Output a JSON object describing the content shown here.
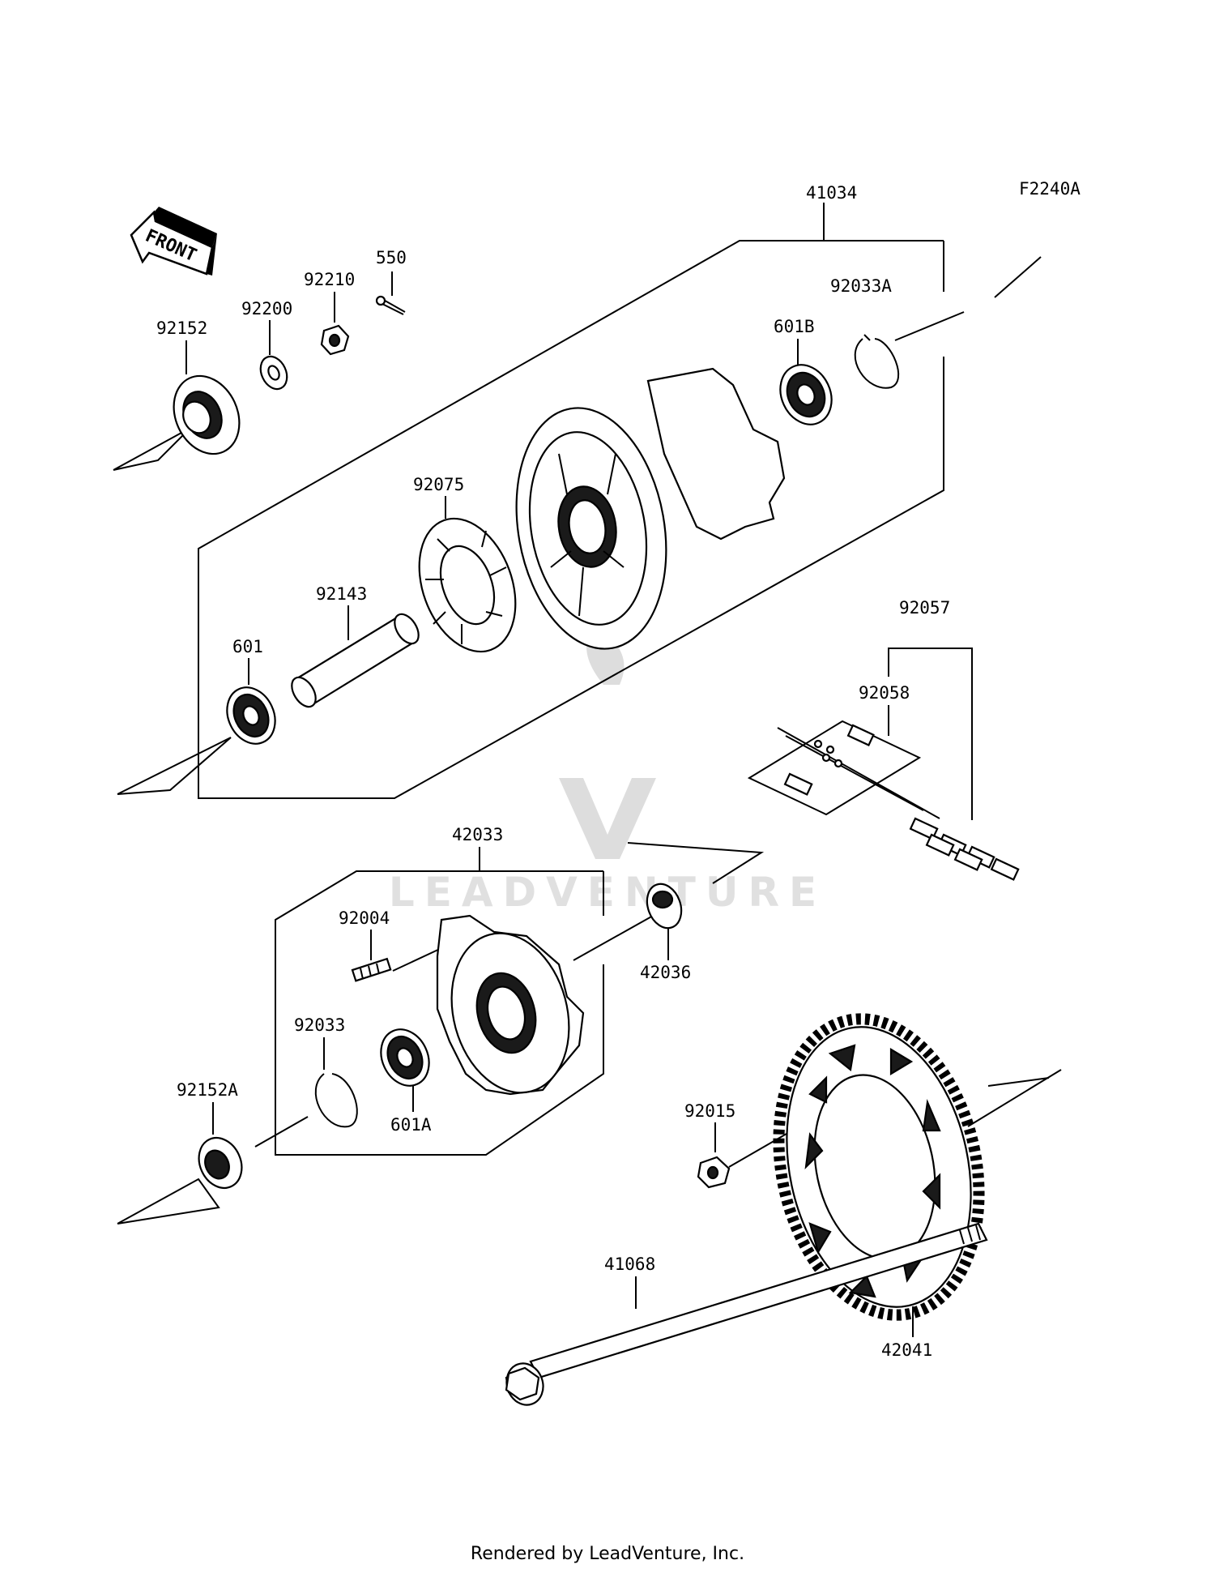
{
  "diagram_id": "F2240A",
  "front_label": "FRONT",
  "watermark": "LEADVENTURE",
  "footer": "Rendered by LeadVenture, Inc.",
  "parts": {
    "p41034": "41034",
    "p92033A": "92033A",
    "p601B": "601B",
    "p550": "550",
    "p92210": "92210",
    "p92200": "92200",
    "p92152": "92152",
    "p92075": "92075",
    "p92143": "92143",
    "p601": "601",
    "p92057": "92057",
    "p92058": "92058",
    "p42033": "42033",
    "p92004": "92004",
    "p42036": "42036",
    "p92033": "92033",
    "p92152A": "92152A",
    "p601A": "601A",
    "p92015": "92015",
    "p41068": "41068",
    "p42041": "42041"
  }
}
